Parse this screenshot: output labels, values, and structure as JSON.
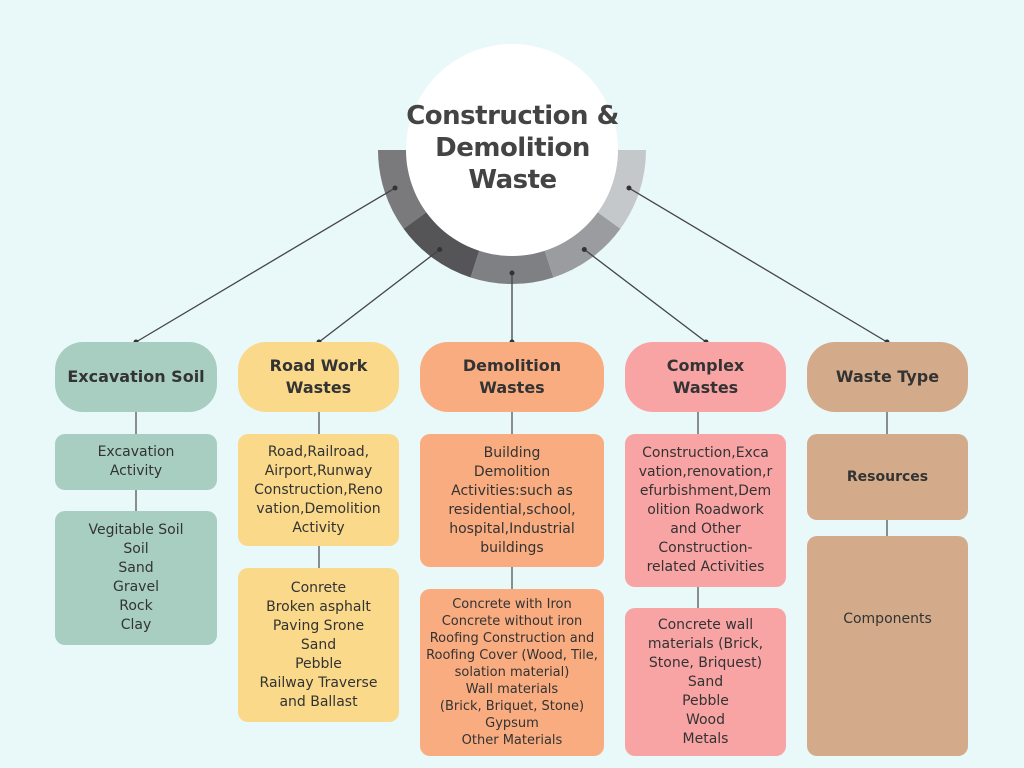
{
  "title": "Construction & Demolition Waste",
  "title_lines": [
    "Construction &",
    "Demolition",
    "Waste"
  ],
  "ring_colors": [
    "#7a7a7c",
    "#555557",
    "#7f8084",
    "#9a9c9f",
    "#c4c8ca"
  ],
  "columns": [
    {
      "heading": "Excavation Soil",
      "color": "#a8cec2",
      "source": "Excavation\nActivity",
      "materials": "Vegitable Soil\nSoil\nSand\nGravel\nRock\nClay"
    },
    {
      "heading": "Road Work\nWastes",
      "color": "#fad98a",
      "source": "Road,Railroad,\nAirport,Runway\nConstruction,Reno\nvation,Demolition\nActivity",
      "materials": "Conrete\nBroken asphalt\nPaving Srone\nSand\nPebble\nRailway Traverse\nand Ballast"
    },
    {
      "heading": "Demolition\nWastes",
      "color": "#f9ac80",
      "source": "Building\nDemolition\nActivities:such as\nresidential,school,\nhospital,Industrial\nbuildings",
      "materials": "Concrete with Iron\nConcrete without iron\nRoofing Construction and\nRoofing Cover (Wood, Tile,\nsolation material)\nWall materials\n(Brick, Briquet, Stone)\nGypsum\nOther Materials"
    },
    {
      "heading": "Complex Wastes",
      "color": "#f9a4a4",
      "source": "Construction,Exca\nvation,renovation,r\nefurbishment,Dem\nolition Roadwork\nand Other\nConstruction-\nrelated Activities",
      "materials": "Concrete wall\nmaterials (Brick,\nStone, Briquest)\nSand\nPebble\nWood\nMetals"
    },
    {
      "heading": "Waste Type",
      "color": "#d4ab8a",
      "source": "Resources",
      "materials": "Components"
    }
  ]
}
